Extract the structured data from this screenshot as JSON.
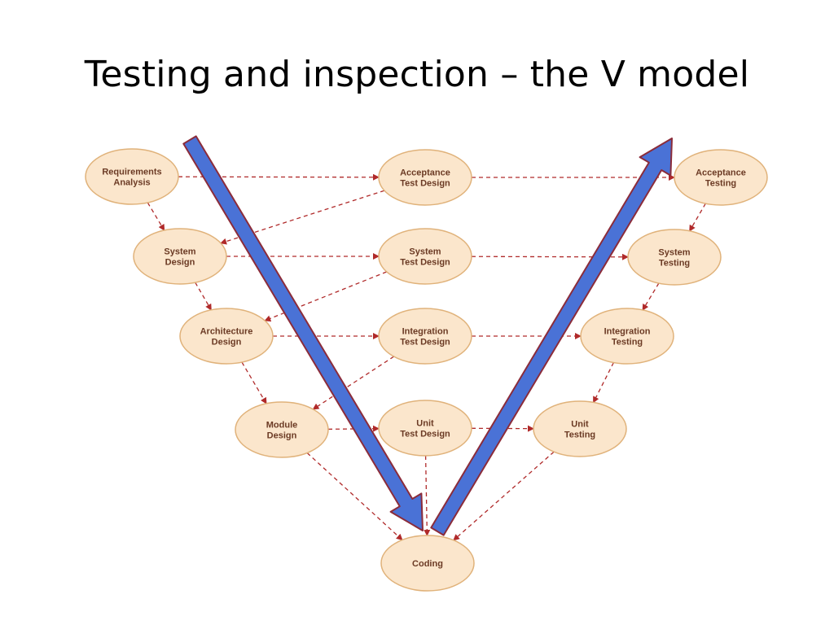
{
  "title": "Testing and inspection – the V model",
  "colors": {
    "node_fill": "#fbe6cc",
    "node_stroke": "#e0b27a",
    "link": "#b02a2a",
    "arrow_fill": "#4a72d6",
    "arrow_stroke": "#8b2c3a",
    "label": "#6b3a24"
  },
  "nodes": [
    {
      "id": "req",
      "lines": [
        "Requirements",
        "Analysis"
      ]
    },
    {
      "id": "acc_td",
      "lines": [
        "Acceptance",
        "Test Design"
      ]
    },
    {
      "id": "acc_t",
      "lines": [
        "Acceptance",
        "Testing"
      ]
    },
    {
      "id": "sys",
      "lines": [
        "System",
        "Design"
      ]
    },
    {
      "id": "sys_td",
      "lines": [
        "System",
        "Test Design"
      ]
    },
    {
      "id": "sys_t",
      "lines": [
        "System",
        "Testing"
      ]
    },
    {
      "id": "arch",
      "lines": [
        "Architecture",
        "Design"
      ]
    },
    {
      "id": "int_td",
      "lines": [
        "Integration",
        "Test Design"
      ]
    },
    {
      "id": "int_t",
      "lines": [
        "Integration",
        "Testing"
      ]
    },
    {
      "id": "mod",
      "lines": [
        "Module",
        "Design"
      ]
    },
    {
      "id": "unit_td",
      "lines": [
        "Unit",
        "Test Design"
      ]
    },
    {
      "id": "unit_t",
      "lines": [
        "Unit",
        "Testing"
      ]
    },
    {
      "id": "code",
      "lines": [
        "Coding"
      ]
    }
  ],
  "links": [
    {
      "from": "req",
      "to": "sys"
    },
    {
      "from": "sys",
      "to": "arch"
    },
    {
      "from": "arch",
      "to": "mod"
    },
    {
      "from": "mod",
      "to": "code"
    },
    {
      "from": "req",
      "to": "acc_td"
    },
    {
      "from": "acc_td",
      "to": "sys"
    },
    {
      "from": "acc_td",
      "to": "acc_t"
    },
    {
      "from": "sys",
      "to": "sys_td"
    },
    {
      "from": "sys_td",
      "to": "arch"
    },
    {
      "from": "sys_td",
      "to": "sys_t"
    },
    {
      "from": "arch",
      "to": "int_td"
    },
    {
      "from": "int_td",
      "to": "mod"
    },
    {
      "from": "int_td",
      "to": "int_t"
    },
    {
      "from": "mod",
      "to": "unit_td"
    },
    {
      "from": "unit_td",
      "to": "code"
    },
    {
      "from": "unit_td",
      "to": "unit_t"
    },
    {
      "from": "acc_t",
      "to": "sys_t"
    },
    {
      "from": "sys_t",
      "to": "int_t"
    },
    {
      "from": "int_t",
      "to": "unit_t"
    },
    {
      "from": "unit_t",
      "to": "code"
    }
  ],
  "big_arrows": [
    {
      "id": "verification-arrow",
      "direction": "down"
    },
    {
      "id": "validation-arrow",
      "direction": "up"
    }
  ]
}
